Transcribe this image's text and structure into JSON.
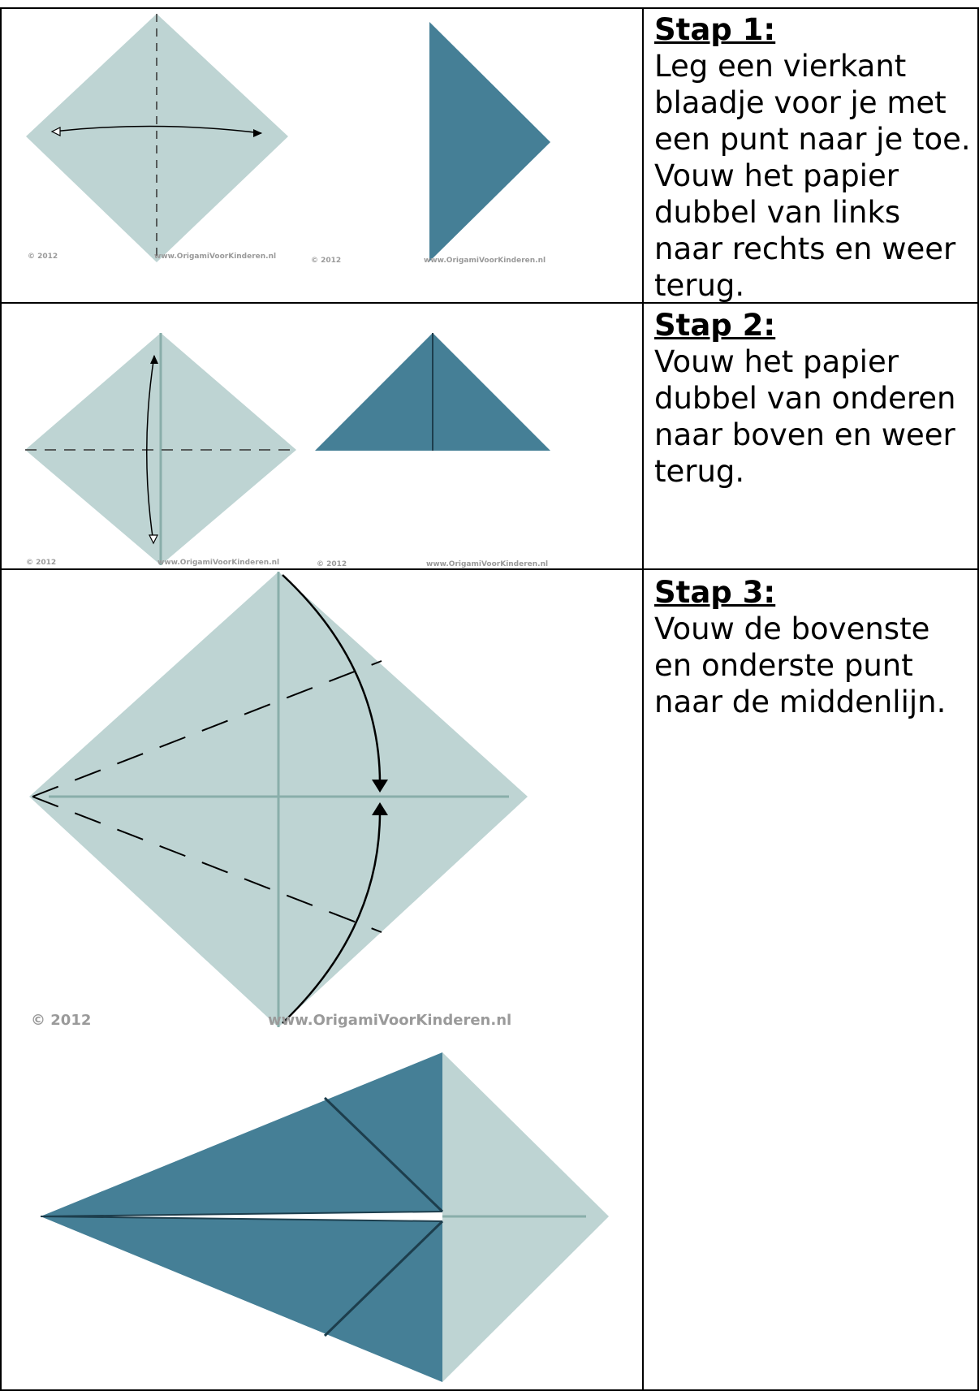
{
  "steps": [
    {
      "title": "Stap 1:",
      "text": "Leg een vierkant blaadje voor je met een punt naar je toe. Vouw het papier dubbel van links naar rechts en weer terug."
    },
    {
      "title": "Stap 2:",
      "text": "Vouw het papier dubbel van onderen naar boven en weer terug."
    },
    {
      "title": "Stap 3:",
      "text": "Vouw de bovenste en onderste punt naar de middenlijn."
    }
  ],
  "watermark": {
    "copyright": "© 2012",
    "url_small": "www.OrigamiVoorKinderen.nl",
    "url_large": "www.OrigamiVoorKinderen.nl"
  },
  "colors": {
    "paper_light": "#bed4d3",
    "paper_dark": "#457f96",
    "crease": "#89aeaa",
    "border": "#000000"
  }
}
